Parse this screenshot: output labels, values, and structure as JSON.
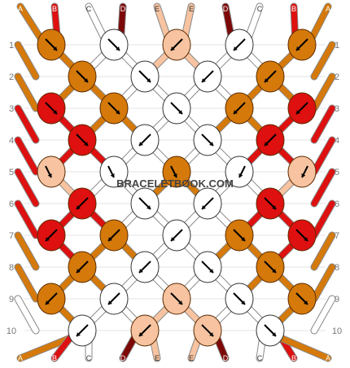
{
  "colors": {
    "A": "#d4790a",
    "B": "#de1010",
    "C": "#ffffff",
    "D": "#7d0808",
    "E": "#f7c3a0"
  },
  "strands_top": [
    "A",
    "B",
    "C",
    "D",
    "E",
    "E",
    "D",
    "C",
    "B",
    "A"
  ],
  "strands_bottom": [
    "A",
    "B",
    "C",
    "D",
    "E",
    "E",
    "D",
    "C",
    "B",
    "A"
  ],
  "row_labels_left": [
    "1",
    "2",
    "3",
    "4",
    "5",
    "6",
    "7",
    "8",
    "9",
    "10"
  ],
  "row_labels_right": [
    "1",
    "2",
    "3",
    "4",
    "5",
    "6",
    "7",
    "8",
    "9",
    "10"
  ],
  "watermark": "BRACELETBOOK.COM",
  "knots": [
    [
      {
        "c": "A",
        "a": "dr"
      },
      {
        "c": "C",
        "a": "dr"
      },
      {
        "c": "E",
        "a": "dl"
      },
      {
        "c": "C",
        "a": "dl"
      },
      {
        "c": "A",
        "a": "dl"
      }
    ],
    [
      {
        "c": "A",
        "a": "dr"
      },
      {
        "c": "C",
        "a": "dr"
      },
      {
        "c": "C",
        "a": "dl"
      },
      {
        "c": "A",
        "a": "dl"
      }
    ],
    [
      {
        "c": "B",
        "a": "dr"
      },
      {
        "c": "A",
        "a": "dr"
      },
      {
        "c": "C",
        "a": "dr"
      },
      {
        "c": "A",
        "a": "dl"
      },
      {
        "c": "B",
        "a": "dl"
      }
    ],
    [
      {
        "c": "B",
        "a": "dr"
      },
      {
        "c": "C",
        "a": "dl"
      },
      {
        "c": "C",
        "a": "dr"
      },
      {
        "c": "B",
        "a": "dl"
      }
    ],
    [
      {
        "c": "E",
        "a": "lr"
      },
      {
        "c": "C",
        "a": "lr"
      },
      {
        "c": "A",
        "a": "lr"
      },
      {
        "c": "C",
        "a": "rl"
      },
      {
        "c": "E",
        "a": "rl"
      }
    ],
    [
      {
        "c": "B",
        "a": "dl"
      },
      {
        "c": "C",
        "a": "dr"
      },
      {
        "c": "C",
        "a": "dl"
      },
      {
        "c": "B",
        "a": "dr"
      }
    ],
    [
      {
        "c": "B",
        "a": "dl"
      },
      {
        "c": "A",
        "a": "dl"
      },
      {
        "c": "C",
        "a": "dl"
      },
      {
        "c": "A",
        "a": "dr"
      },
      {
        "c": "B",
        "a": "dr"
      }
    ],
    [
      {
        "c": "A",
        "a": "dl"
      },
      {
        "c": "C",
        "a": "dl"
      },
      {
        "c": "C",
        "a": "dr"
      },
      {
        "c": "A",
        "a": "dr"
      }
    ],
    [
      {
        "c": "A",
        "a": "dl"
      },
      {
        "c": "C",
        "a": "dl"
      },
      {
        "c": "E",
        "a": "dr"
      },
      {
        "c": "C",
        "a": "dr"
      },
      {
        "c": "A",
        "a": "dr"
      }
    ],
    [
      {
        "c": "C",
        "a": "dl"
      },
      {
        "c": "E",
        "a": "dl"
      },
      {
        "c": "E",
        "a": "dr"
      },
      {
        "c": "C",
        "a": "dr"
      }
    ]
  ]
}
